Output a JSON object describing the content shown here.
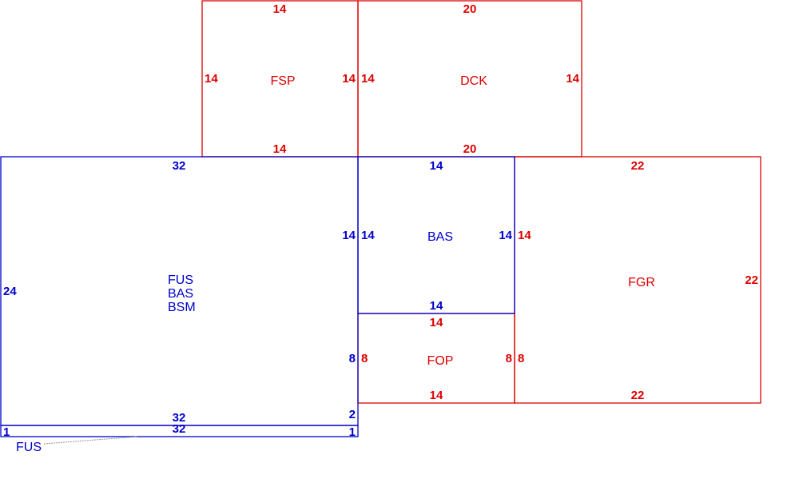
{
  "colors": {
    "blue": "#0000cc",
    "red": "#dd0000",
    "background": "#ffffff"
  },
  "areas": {
    "fsp": {
      "label": "FSP",
      "dim_top": "14",
      "dim_bottom": "14",
      "dim_left": "14",
      "dim_right": "14"
    },
    "dck": {
      "label": "DCK",
      "dim_top": "20",
      "dim_bottom": "20",
      "dim_left": "14",
      "dim_right": "14"
    },
    "main": {
      "label_lines": [
        "FUS",
        "BAS",
        "BSM"
      ],
      "dim_top": "32",
      "dim_bottom": "32",
      "dim_left": "24",
      "dim_right_upper": "14",
      "dim_right_lower": "8",
      "dim_right_corner": "2"
    },
    "bas": {
      "label": "BAS",
      "dim_top": "14",
      "dim_bottom": "14",
      "dim_left": "14",
      "dim_right": "14"
    },
    "fop": {
      "label": "FOP",
      "dim_top": "14",
      "dim_bottom": "14",
      "dim_left": "8",
      "dim_right": "8"
    },
    "fgr": {
      "label": "FGR",
      "dim_top": "22",
      "dim_bottom": "22",
      "dim_left": "14",
      "dim_left_lower": "8",
      "dim_right": "22"
    },
    "strip": {
      "label": "FUS",
      "dim_top": "32",
      "dim_left": "1",
      "dim_right": "1"
    }
  }
}
